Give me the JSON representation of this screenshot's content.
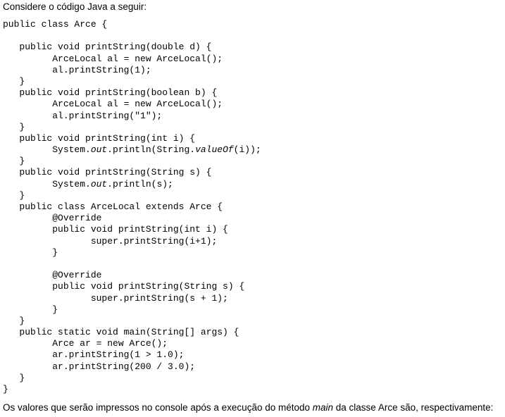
{
  "intro": "Considere o código Java a seguir:",
  "code_lines": [
    {
      "text": "public class Arce {"
    },
    {
      "text": ""
    },
    {
      "text": "   public void printString(double d) {"
    },
    {
      "text": "         ArceLocal al = new ArceLocal();"
    },
    {
      "text": "         al.printString(1);"
    },
    {
      "text": "   }"
    },
    {
      "text": "   public void printString(boolean b) {"
    },
    {
      "text": "         ArceLocal al = new ArceLocal();"
    },
    {
      "text": "         al.printString(\"1\");"
    },
    {
      "text": "   }"
    },
    {
      "text": "   public void printString(int i) {"
    },
    {
      "parts": [
        {
          "t": "         System."
        },
        {
          "t": "out",
          "i": true
        },
        {
          "t": ".println(String."
        },
        {
          "t": "valueOf",
          "i": true
        },
        {
          "t": "(i));"
        }
      ]
    },
    {
      "text": "   }"
    },
    {
      "text": "   public void printString(String s) {"
    },
    {
      "parts": [
        {
          "t": "         System."
        },
        {
          "t": "out",
          "i": true
        },
        {
          "t": ".println(s);"
        }
      ]
    },
    {
      "text": "   }"
    },
    {
      "text": "   public class ArceLocal extends Arce {"
    },
    {
      "text": "         @Override"
    },
    {
      "text": "         public void printString(int i) {"
    },
    {
      "text": "                super.printString(i+1);"
    },
    {
      "text": "         }"
    },
    {
      "text": ""
    },
    {
      "text": "         @Override"
    },
    {
      "text": "         public void printString(String s) {"
    },
    {
      "text": "                super.printString(s + 1);"
    },
    {
      "text": "         }"
    },
    {
      "text": "   }"
    },
    {
      "text": "   public static void main(String[] args) {"
    },
    {
      "text": "         Arce ar = new Arce();"
    },
    {
      "text": "         ar.printString(1 > 1.0);"
    },
    {
      "text": "         ar.printString(200 / 3.0);"
    },
    {
      "text": "   }"
    },
    {
      "text": "}"
    }
  ],
  "outro": {
    "before": "Os valores que serão impressos no console após a execução do método ",
    "italic": "main",
    "after": " da classe Arce são, respectivamente:"
  }
}
